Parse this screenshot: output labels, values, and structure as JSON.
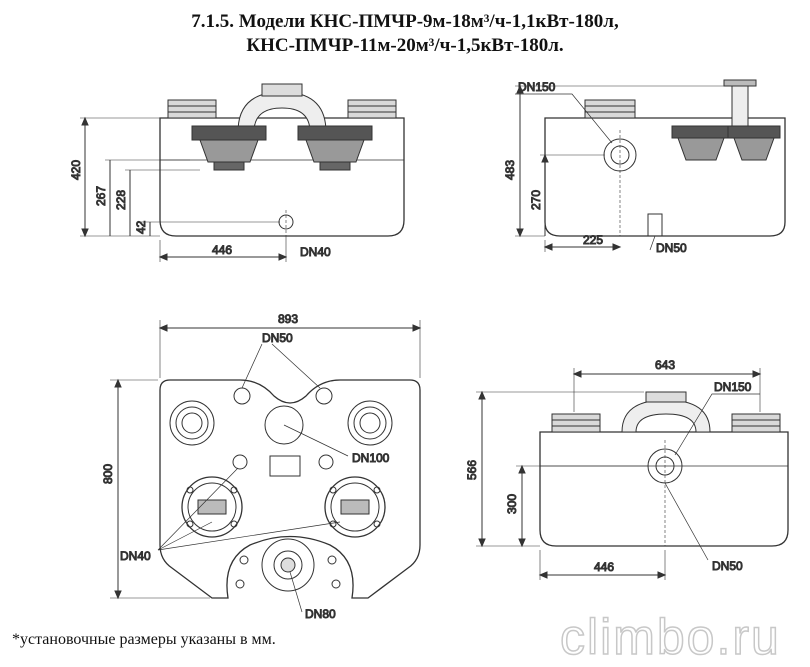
{
  "title": {
    "line1": "7.1.5. Модели КНС-ПМЧР-9м-18м³/ч-1,1кВт-180л,",
    "line2": "КНС-ПМЧР-11м-20м³/ч-1,5кВт-180л."
  },
  "front_view": {
    "dims": {
      "h420": "420",
      "h267": "267",
      "h228": "228",
      "h42": "42",
      "w446": "446"
    },
    "labels": {
      "dn40": "DN40"
    }
  },
  "side_view": {
    "dims": {
      "h483": "483",
      "h270": "270",
      "w225": "225"
    },
    "labels": {
      "dn150": "DN150",
      "dn50": "DN50"
    }
  },
  "top_view": {
    "dims": {
      "w893": "893",
      "h800": "800"
    },
    "labels": {
      "dn50": "DN50",
      "dn100": "DN100",
      "dn40": "DN40",
      "dn80": "DN80"
    }
  },
  "back_view": {
    "dims": {
      "w643": "643",
      "h566": "566",
      "h300": "300",
      "w446": "446"
    },
    "labels": {
      "dn150": "DN150",
      "dn50": "DN50"
    }
  },
  "footnote": "*установочные размеры указаны в мм.",
  "watermark": "climbo.ru"
}
